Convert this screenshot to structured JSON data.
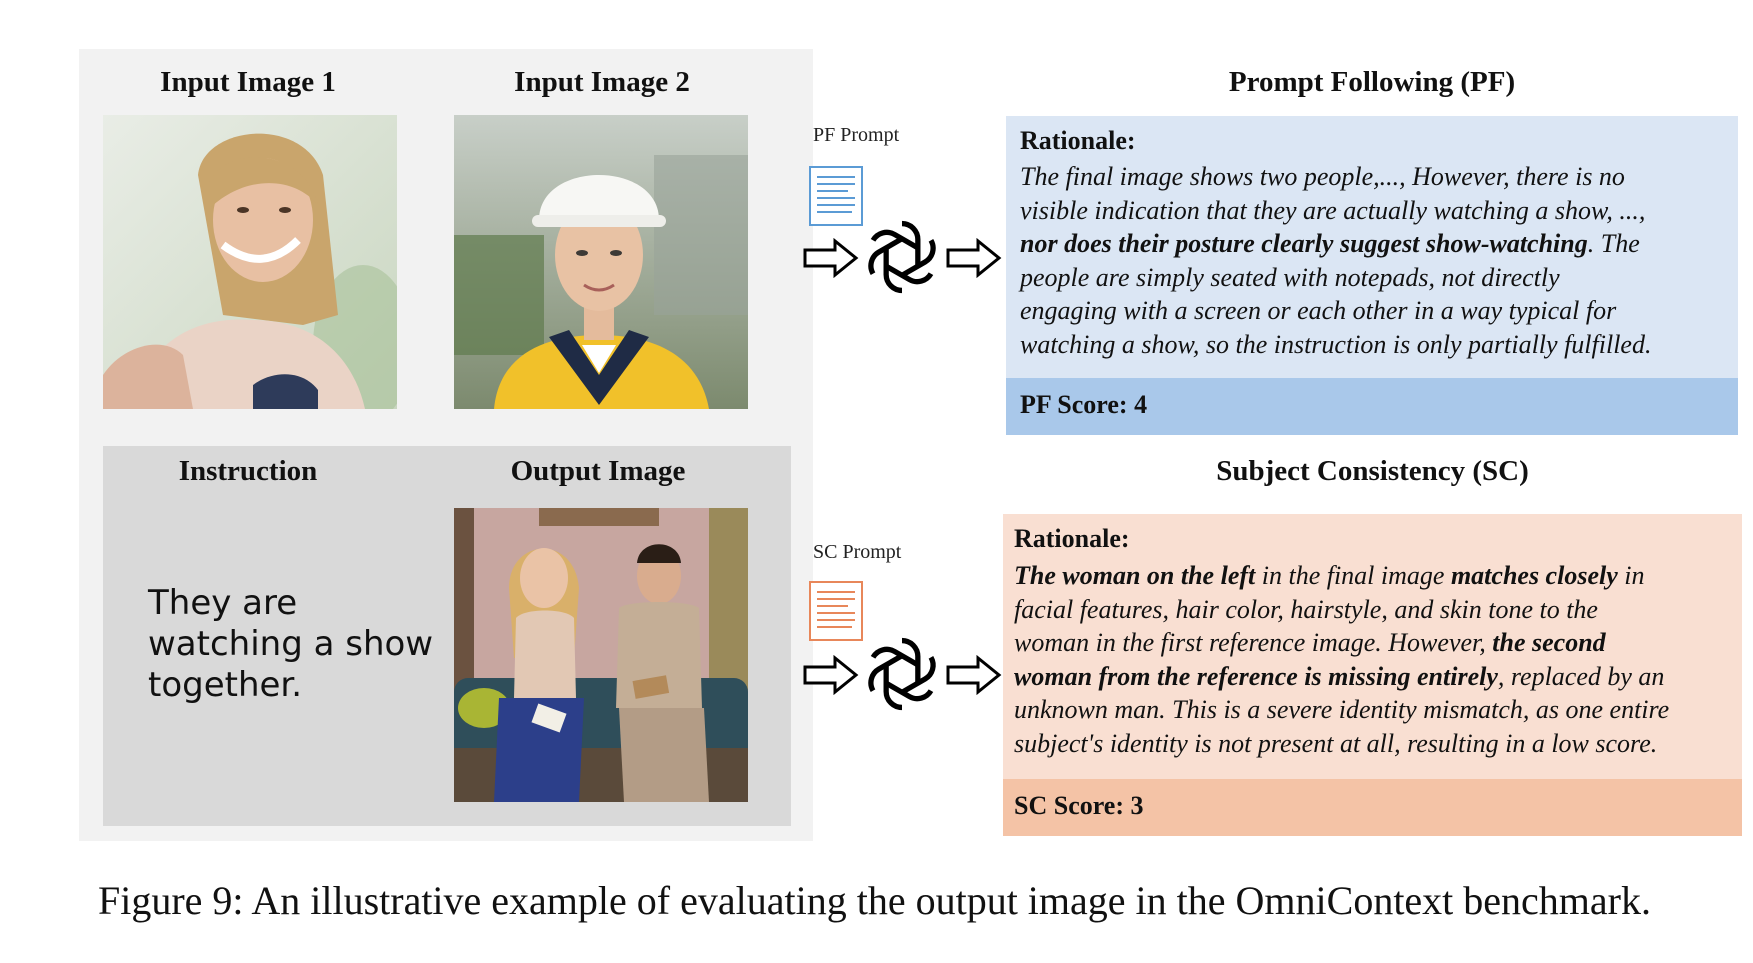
{
  "left_panel": {
    "input1_title": "Input Image 1",
    "input2_title": "Input Image 2",
    "instruction_title": "Instruction",
    "output_title": "Output Image",
    "instruction_lines": [
      "They are",
      "watching a show",
      "together."
    ]
  },
  "pf": {
    "prompt_label": "PF Prompt",
    "heading": "Prompt Following (PF)",
    "rationale_title": "Rationale:",
    "lines": [
      [
        {
          "t": "The final image shows two people,..., However, there is no"
        }
      ],
      [
        {
          "t": "visible indication that they are actually watching a show, ...,"
        }
      ],
      [
        {
          "t": "nor does their posture clearly suggest show-watching",
          "b": true
        },
        {
          "t": ". The"
        }
      ],
      [
        {
          "t": "people are simply seated with notepads, not directly"
        }
      ],
      [
        {
          "t": "engaging with a screen or each other in a way typical for"
        }
      ],
      [
        {
          "t": "watching a show, so the instruction is only partially fulfilled."
        }
      ]
    ],
    "score": "PF Score: 4"
  },
  "sc": {
    "prompt_label": "SC Prompt",
    "heading": "Subject Consistency (SC)",
    "rationale_title": "Rationale:",
    "lines": [
      [
        {
          "t": "The woman on the left",
          "b": true
        },
        {
          "t": " in the final image "
        },
        {
          "t": "matches closely",
          "b": true
        },
        {
          "t": " in"
        }
      ],
      [
        {
          "t": "facial features, hair color, hairstyle, and skin tone to the"
        }
      ],
      [
        {
          "t": "woman in the first reference image. However, "
        },
        {
          "t": "the second",
          "b": true
        }
      ],
      [
        {
          "t": "woman from the reference is missing entirely",
          "b": true
        },
        {
          "t": ", replaced by an"
        }
      ],
      [
        {
          "t": "unknown man. This is a severe identity mismatch, as one entire"
        }
      ],
      [
        {
          "t": "subject's identity is not present at all, resulting in a low score."
        }
      ]
    ],
    "score": "SC Score: 3"
  },
  "caption": "Figure 9: An illustrative example of evaluating the output image in the OmniContext benchmark.",
  "colors": {
    "left_panel_bg": "#f2f2f2",
    "lower_panel_bg": "#d9d9d9",
    "pf_rationale_bg": "#dbe6f4",
    "pf_score_bg": "#a9c8ea",
    "sc_rationale_bg": "#f9dfd2",
    "sc_score_bg": "#f4c3a6",
    "pf_doc_icon": "#5b9bd5",
    "sc_doc_icon": "#e8875a"
  },
  "icons": [
    "document-icon",
    "right-arrow-icon",
    "openai-logo-icon"
  ]
}
